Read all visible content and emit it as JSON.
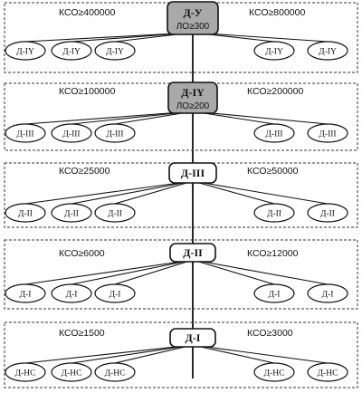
{
  "levels": [
    {
      "center": "Д-У",
      "center_sub": "ЛО≥300",
      "shaded": true,
      "left_condition": "КСО≥400000",
      "right_condition": "КСО≥800000",
      "left_leaves": [
        "Д-IY",
        "Д-IY",
        "Д-IY"
      ],
      "right_leaves": [
        "Д-IY",
        "Д-IY"
      ]
    },
    {
      "center": "Д-IY",
      "center_sub": "ЛО≥200",
      "shaded": true,
      "left_condition": "КСО≥100000",
      "right_condition": "КСО≥200000",
      "left_leaves": [
        "Д-III",
        "Д-III",
        "Д-III"
      ],
      "right_leaves": [
        "Д-III",
        "Д-III"
      ]
    },
    {
      "center": "Д-III",
      "center_sub": "",
      "shaded": false,
      "left_condition": "КСО≥25000",
      "right_condition": "КСО≥50000",
      "left_leaves": [
        "Д-II",
        "Д-II",
        "Д-II"
      ],
      "right_leaves": [
        "Д-II",
        "Д-II"
      ]
    },
    {
      "center": "Д-II",
      "center_sub": "",
      "shaded": false,
      "left_condition": "КСО≥6000",
      "right_condition": "КСО≥12000",
      "left_leaves": [
        "Д-I",
        "Д-I",
        "Д-I"
      ],
      "right_leaves": [
        "Д-I",
        "Д-I"
      ]
    },
    {
      "center": "Д-I",
      "center_sub": "",
      "shaded": false,
      "left_condition": "КСО≥1500",
      "right_condition": "КСО≥3000",
      "left_leaves": [
        "Д-НС",
        "Д-НС",
        "Д-НС"
      ],
      "right_leaves": [
        "Д-НС",
        "Д-НС"
      ]
    }
  ],
  "colors": {
    "shaded_fill": "#a9a9a9",
    "plain_fill": "#ffffff",
    "line": "#111111"
  }
}
